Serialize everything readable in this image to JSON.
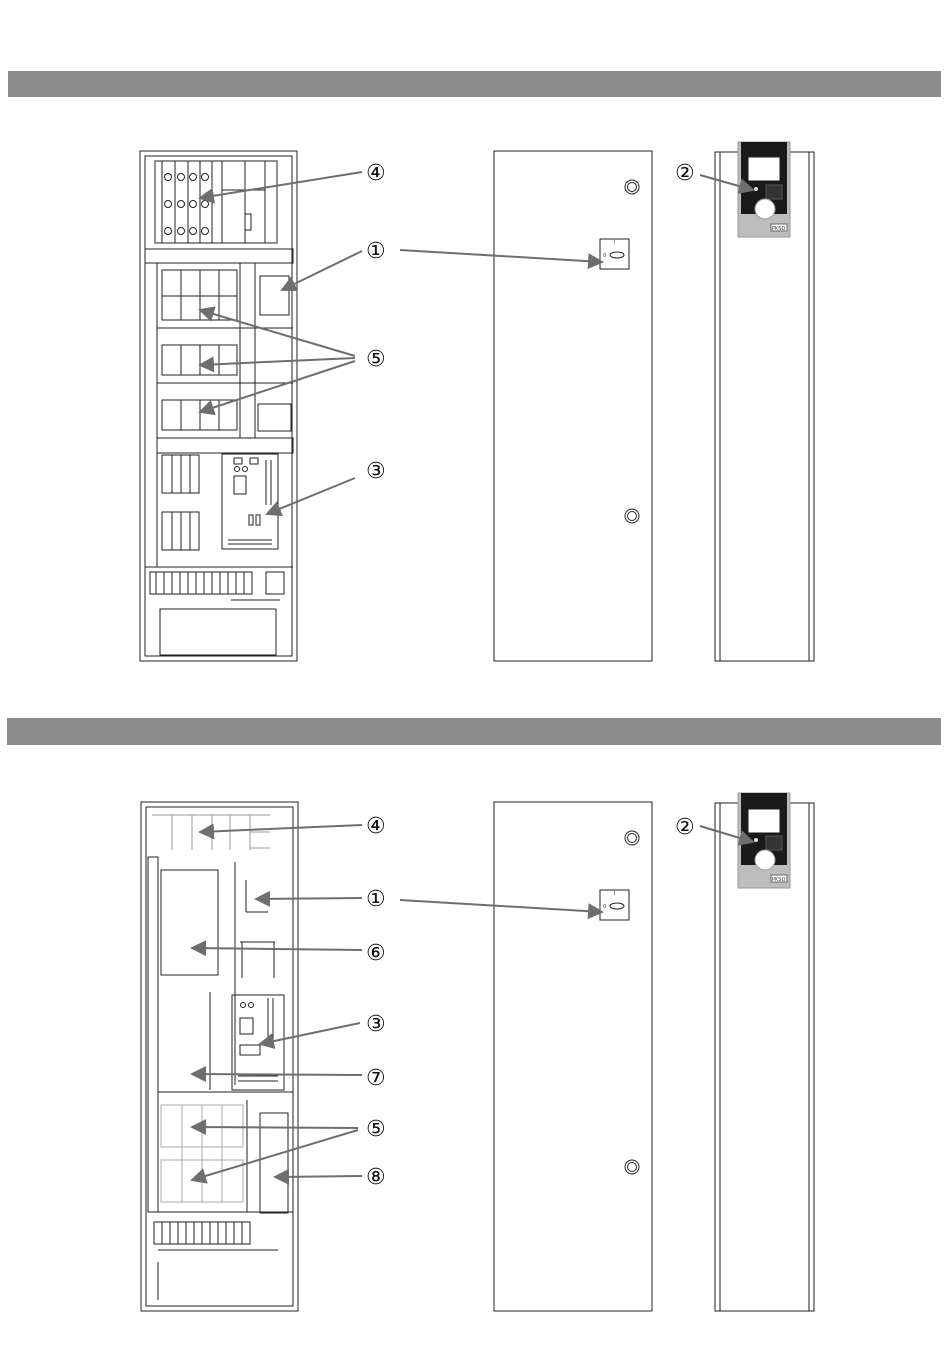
{
  "sections": [
    {
      "callouts": [
        {
          "num": "④",
          "target": "breaker-block"
        },
        {
          "num": "①",
          "target": "main-switch"
        },
        {
          "num": "⑤",
          "target": "terminal-blocks"
        },
        {
          "num": "③",
          "target": "control-board"
        },
        {
          "num": "②",
          "target": "control-panel"
        }
      ]
    },
    {
      "callouts": [
        {
          "num": "④",
          "target": "breaker-block"
        },
        {
          "num": "①",
          "target": "main-switch"
        },
        {
          "num": "⑥",
          "target": "component-6"
        },
        {
          "num": "③",
          "target": "control-board"
        },
        {
          "num": "⑦",
          "target": "component-7"
        },
        {
          "num": "⑤",
          "target": "terminal-blocks"
        },
        {
          "num": "⑧",
          "target": "component-8"
        },
        {
          "num": "②",
          "target": "control-panel"
        }
      ]
    }
  ],
  "door_switch_labels": {
    "top": "I",
    "left": "0"
  },
  "panel_badge": "PKSO",
  "colors": {
    "band": "#8c8c8c",
    "line": "#222222",
    "arrow": "#6e6e6e",
    "panel_black": "#1a1a1a",
    "panel_grey": "#bdbdbd"
  }
}
